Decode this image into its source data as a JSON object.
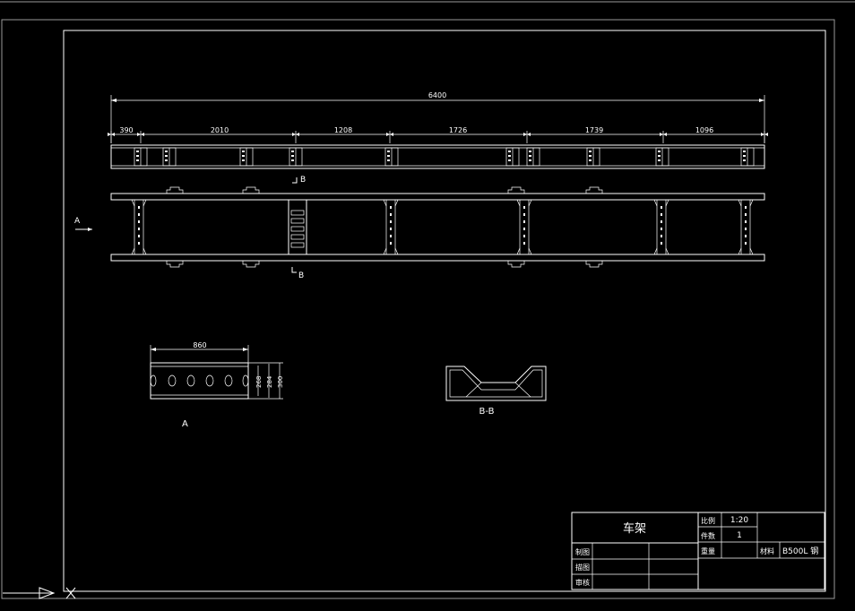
{
  "dimensions": {
    "overall": "6400",
    "segments": [
      "390",
      "2010",
      "1208",
      "1726",
      "1739",
      "1096"
    ],
    "detail_width": "860",
    "detail_heights": [
      "268",
      "284",
      "300"
    ]
  },
  "labels": {
    "view_a": "A",
    "section_mark": "B",
    "detail_a": "A",
    "section_bb": "B-B"
  },
  "title_block": {
    "name": "车架",
    "scale_label": "比例",
    "scale_value": "1:20",
    "qty_label": "件数",
    "qty_value": "1",
    "weight_label": "重量",
    "material_label": "材料",
    "material_value": "B500L 钢",
    "drawn_label": "制图",
    "traced_label": "描图",
    "checked_label": "审核"
  },
  "colors": {
    "background": "#000000",
    "line": "#ffffff",
    "frame_gray": "#9a9a9a"
  }
}
